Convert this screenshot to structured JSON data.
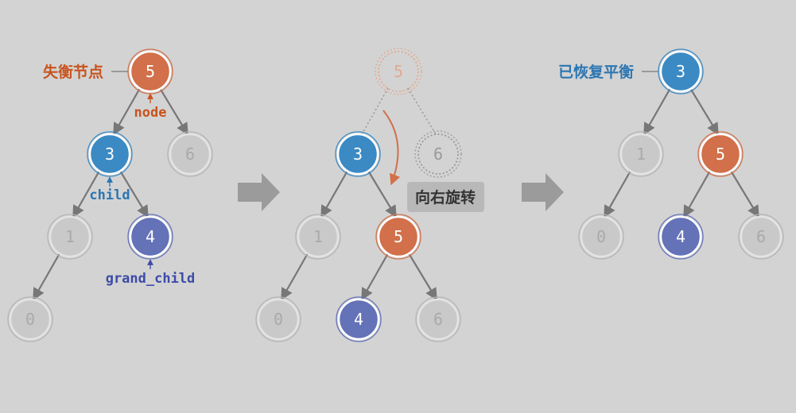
{
  "colors": {
    "background": "#d3d3d3",
    "orange": "#d1704a",
    "blue": "#3b8ac4",
    "purple": "#6472b8",
    "gray_fill": "#c9c9c9",
    "gray_stroke": "#b4b4b4",
    "gray_text": "#aaaaaa",
    "edge": "#777777",
    "label_orange": "#c9531c",
    "label_blue": "#2c76b1",
    "label_purple": "#3c4ba8",
    "arrow": "#9b9b9b",
    "badge_bg": "#b8b8b8",
    "badge_text": "#333333"
  },
  "panel1": {
    "nodes": {
      "n5": "5",
      "n3": "3",
      "n6": "6",
      "n1": "1",
      "n4": "4",
      "n0": "0"
    },
    "labels": {
      "unbalanced": "失衡节点",
      "node": "node",
      "child": "child",
      "grand_child": "grand_child"
    }
  },
  "panel2": {
    "nodes": {
      "n5_ghost": "5",
      "n6_ghost": "6",
      "n3": "3",
      "n1": "1",
      "n5": "5",
      "n0": "0",
      "n4": "4",
      "n6": "6"
    },
    "labels": {
      "rotate": "向右旋转"
    }
  },
  "panel3": {
    "nodes": {
      "n3": "3",
      "n1": "1",
      "n5": "5",
      "n0": "0",
      "n4": "4",
      "n6": "6"
    },
    "labels": {
      "balanced": "已恢复平衡"
    }
  }
}
